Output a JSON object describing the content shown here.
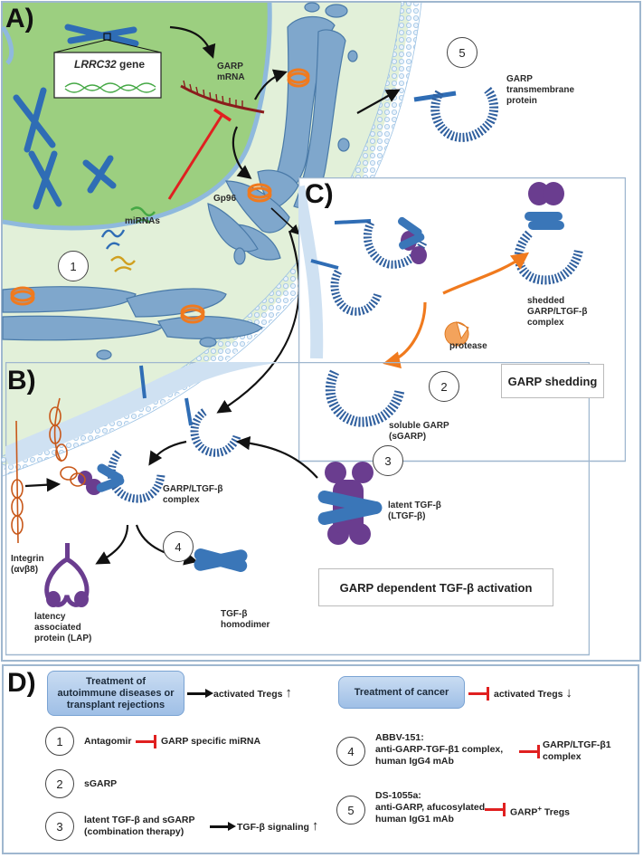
{
  "panels": {
    "a": "A)",
    "b": "B)",
    "c": "C)",
    "d": "D)"
  },
  "panel_a": {
    "gene_label_italic": "LRRC32",
    "gene_label_rest": " gene",
    "mrna_label_line1": "GARP",
    "mrna_label_line2": "mRNA",
    "mirna_label": "miRNAs",
    "gp96_label": "Gp96",
    "transmembrane_line1": "GARP",
    "transmembrane_line2": "transmembrane",
    "transmembrane_line3": "protein",
    "step1": "1",
    "step5": "5"
  },
  "panel_b": {
    "complex_line1": "GARP/LTGF-β",
    "complex_line2": "complex",
    "integrin_line1": "Integrin",
    "integrin_line2": "(αvβ8)",
    "latent_line1": "latent TGF-β",
    "latent_line2": "(LTGF-β)",
    "lap_line1": "latency",
    "lap_line2": "associated",
    "lap_line3": "protein (LAP)",
    "homodimer_line1": "TGF-β",
    "homodimer_line2": "homodimer",
    "title": "GARP dependent TGF-β activation",
    "step4": "4"
  },
  "panel_c": {
    "shedded_line1": "shedded",
    "shedded_line2": "GARP/LTGF-β",
    "shedded_line3": "complex",
    "protease_label": "protease",
    "soluble_line1": "soluble GARP",
    "soluble_line2": "(sGARP)",
    "title": "GARP shedding",
    "step2": "2",
    "step3": "3"
  },
  "panel_d": {
    "left_header_line1": "Treatment of",
    "left_header_line2": "autoimmune diseases or",
    "left_header_line3": "transplant rejections",
    "left_result": "activated Tregs",
    "up_arrow": "↑",
    "right_header": "Treatment of cancer",
    "right_result": "activated Tregs",
    "down_arrow": "↓",
    "item1_num": "1",
    "item1_label": "Antagomir",
    "item1_target": "GARP specific miRNA",
    "item2_num": "2",
    "item2_label": "sGARP",
    "item3_num": "3",
    "item3_line1": "latent TGF-β and sGARP",
    "item3_line2": "(combination therapy)",
    "item3_result": "TGF-β signaling",
    "item4_num": "4",
    "item4_line1": "ABBV-151:",
    "item4_line2": "anti-GARP-TGF-β1 complex,",
    "item4_line3": "human IgG4 mAb",
    "item4_target_line1": "GARP/LTGF-β1",
    "item4_target_line2": "complex",
    "item5_num": "5",
    "item5_line1": "DS-1055a:",
    "item5_line2": "anti-GARP, afucosylated",
    "item5_line3": "human IgG1 mAb",
    "item5_target_main": "GARP",
    "item5_target_sup": "+",
    "item5_target_rest": " Tregs"
  },
  "colors": {
    "panel_border": "#9fb7cf",
    "nucleus": "#9ccf80",
    "cytoplasm": "#e2f0d9",
    "organelle": "#7fa7cc",
    "ring": "#f07a1e",
    "inhibit": "#e02020",
    "protease": "#f3a35c",
    "lap": "#6a3d8f",
    "tgfb": "#3a76b8"
  }
}
